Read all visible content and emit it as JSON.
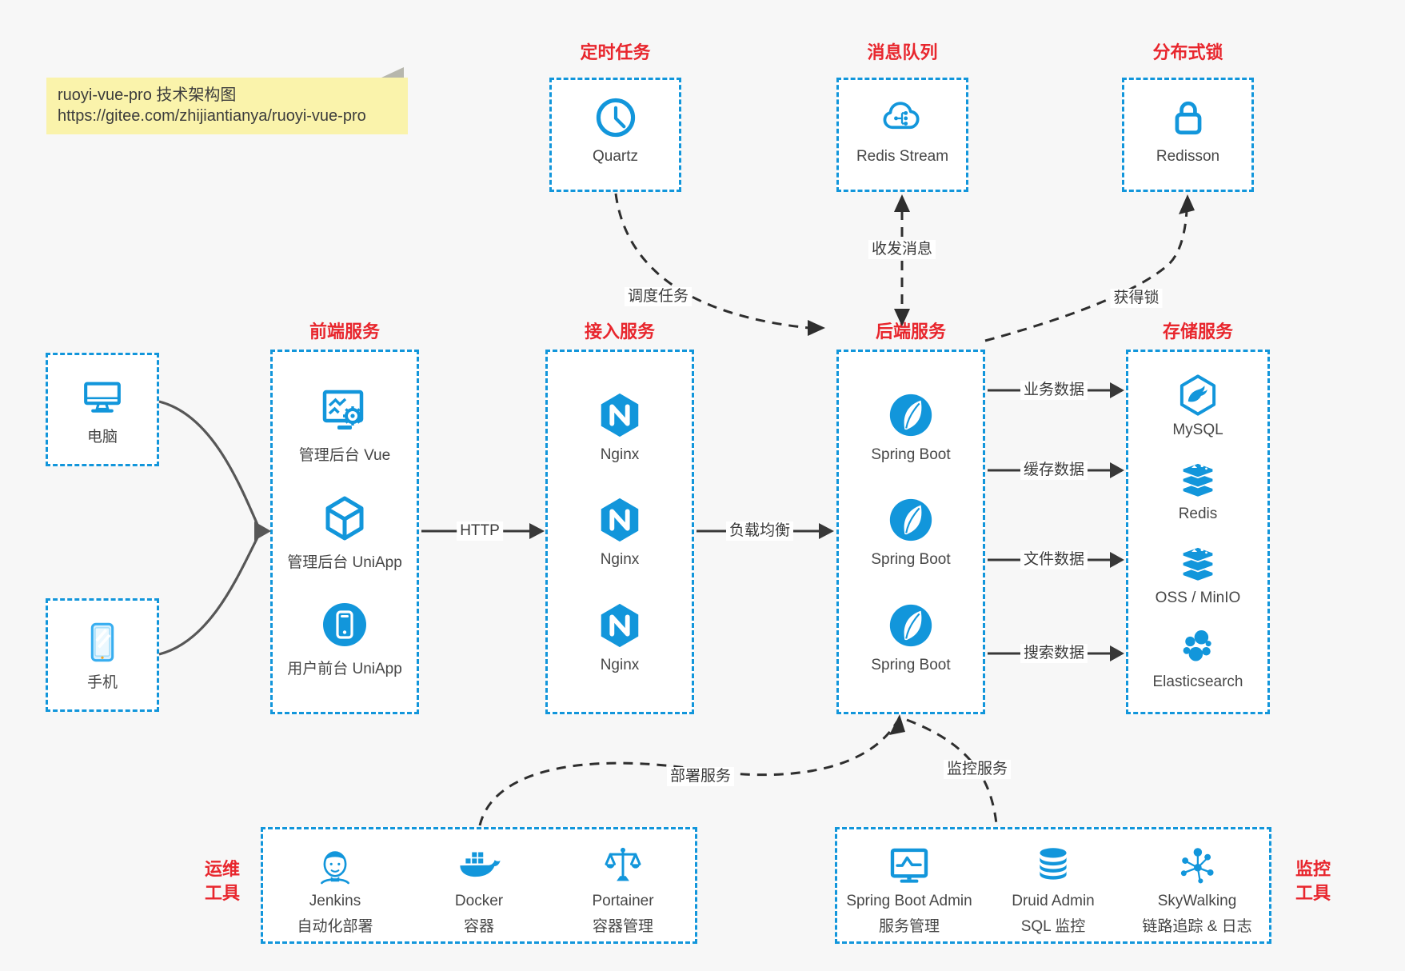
{
  "note": {
    "line1": "ruoyi-vue-pro 技术架构图",
    "line2": "https://gitee.com/zhijiantianya/ruoyi-vue-pro"
  },
  "colors": {
    "accent_blue": "#1296db",
    "title_red": "#e8262d",
    "arrow_dark": "#333333",
    "note_yellow": "#faf3ab"
  },
  "top_groups": [
    {
      "title": "定时任务",
      "items": [
        {
          "icon": "clock-icon",
          "label": "Quartz"
        }
      ]
    },
    {
      "title": "消息队列",
      "items": [
        {
          "icon": "cloud-share-icon",
          "label": "Redis Stream"
        }
      ]
    },
    {
      "title": "分布式锁",
      "items": [
        {
          "icon": "lock-icon",
          "label": "Redisson"
        }
      ]
    }
  ],
  "devices": [
    {
      "icon": "desktop-icon",
      "label": "电脑"
    },
    {
      "icon": "smartphone-icon",
      "label": "手机"
    }
  ],
  "columns": [
    {
      "title": "前端服务",
      "items": [
        {
          "icon": "admin-vue-icon",
          "label": "管理后台 Vue"
        },
        {
          "icon": "uniapp-cube-icon",
          "label": "管理后台 UniApp"
        },
        {
          "icon": "user-app-icon",
          "label": "用户前台 UniApp"
        }
      ]
    },
    {
      "title": "接入服务",
      "items": [
        {
          "icon": "nginx-icon",
          "label": "Nginx"
        },
        {
          "icon": "nginx-icon",
          "label": "Nginx"
        },
        {
          "icon": "nginx-icon",
          "label": "Nginx"
        }
      ]
    },
    {
      "title": "后端服务",
      "items": [
        {
          "icon": "spring-boot-icon",
          "label": "Spring Boot"
        },
        {
          "icon": "spring-boot-icon",
          "label": "Spring Boot"
        },
        {
          "icon": "spring-boot-icon",
          "label": "Spring Boot"
        }
      ]
    },
    {
      "title": "存储服务",
      "items": [
        {
          "icon": "mysql-icon",
          "label": "MySQL"
        },
        {
          "icon": "redis-icon",
          "label": "Redis"
        },
        {
          "icon": "oss-icon",
          "label": "OSS / MinIO"
        },
        {
          "icon": "elasticsearch-icon",
          "label": "Elasticsearch"
        }
      ]
    }
  ],
  "edges": {
    "http": "HTTP",
    "load_balance": "负载均衡",
    "schedule": "调度任务",
    "message": "收发消息",
    "lock": "获得锁",
    "business_data": "业务数据",
    "cache_data": "缓存数据",
    "file_data": "文件数据",
    "search_data": "搜索数据",
    "deploy": "部署服务",
    "monitor": "监控服务"
  },
  "bottom_groups": [
    {
      "title_line1": "运维",
      "title_line2": "工具",
      "items": [
        {
          "icon": "jenkins-icon",
          "label": "Jenkins",
          "sublabel": "自动化部署"
        },
        {
          "icon": "docker-icon",
          "label": "Docker",
          "sublabel": "容器"
        },
        {
          "icon": "portainer-icon",
          "label": "Portainer",
          "sublabel": "容器管理"
        }
      ]
    },
    {
      "title_line1": "监控",
      "title_line2": "工具",
      "items": [
        {
          "icon": "spring-boot-admin-icon",
          "label": "Spring Boot Admin",
          "sublabel": "服务管理"
        },
        {
          "icon": "druid-icon",
          "label": "Druid Admin",
          "sublabel": "SQL 监控"
        },
        {
          "icon": "skywalking-icon",
          "label": "SkyWalking",
          "sublabel": "链路追踪 & 日志"
        }
      ]
    }
  ]
}
